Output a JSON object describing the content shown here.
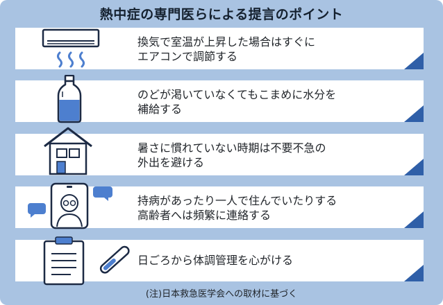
{
  "title": "熱中症の専門医らによる提言のポイント",
  "tips": [
    {
      "line1": "換気で室温が上昇した場合はすぐに",
      "line2": "エアコンで調節する",
      "icon": "air-conditioner-icon"
    },
    {
      "line1": "のどが渇いていなくてもこまめに水分を",
      "line2": "補給する",
      "icon": "water-bottle-icon"
    },
    {
      "line1": "暑さに慣れていない時期は不要不急の",
      "line2": "外出を避ける",
      "icon": "house-icon"
    },
    {
      "line1": "持病があったり一人で住んでいたりする",
      "line2": "高齢者へは頻繁に連絡する",
      "icon": "video-call-elderly-icon"
    },
    {
      "line1": "日ごろから体調管理を心がける",
      "icon": "clipboard-thermometer-icon"
    }
  ],
  "note": "(注)日本救急医学会への取材に基づく",
  "colors": {
    "background": "#a9c3e2",
    "accent": "#2f5fa8",
    "icon_stroke": "#1c2a44",
    "icon_fill": "#4d7fcf"
  }
}
